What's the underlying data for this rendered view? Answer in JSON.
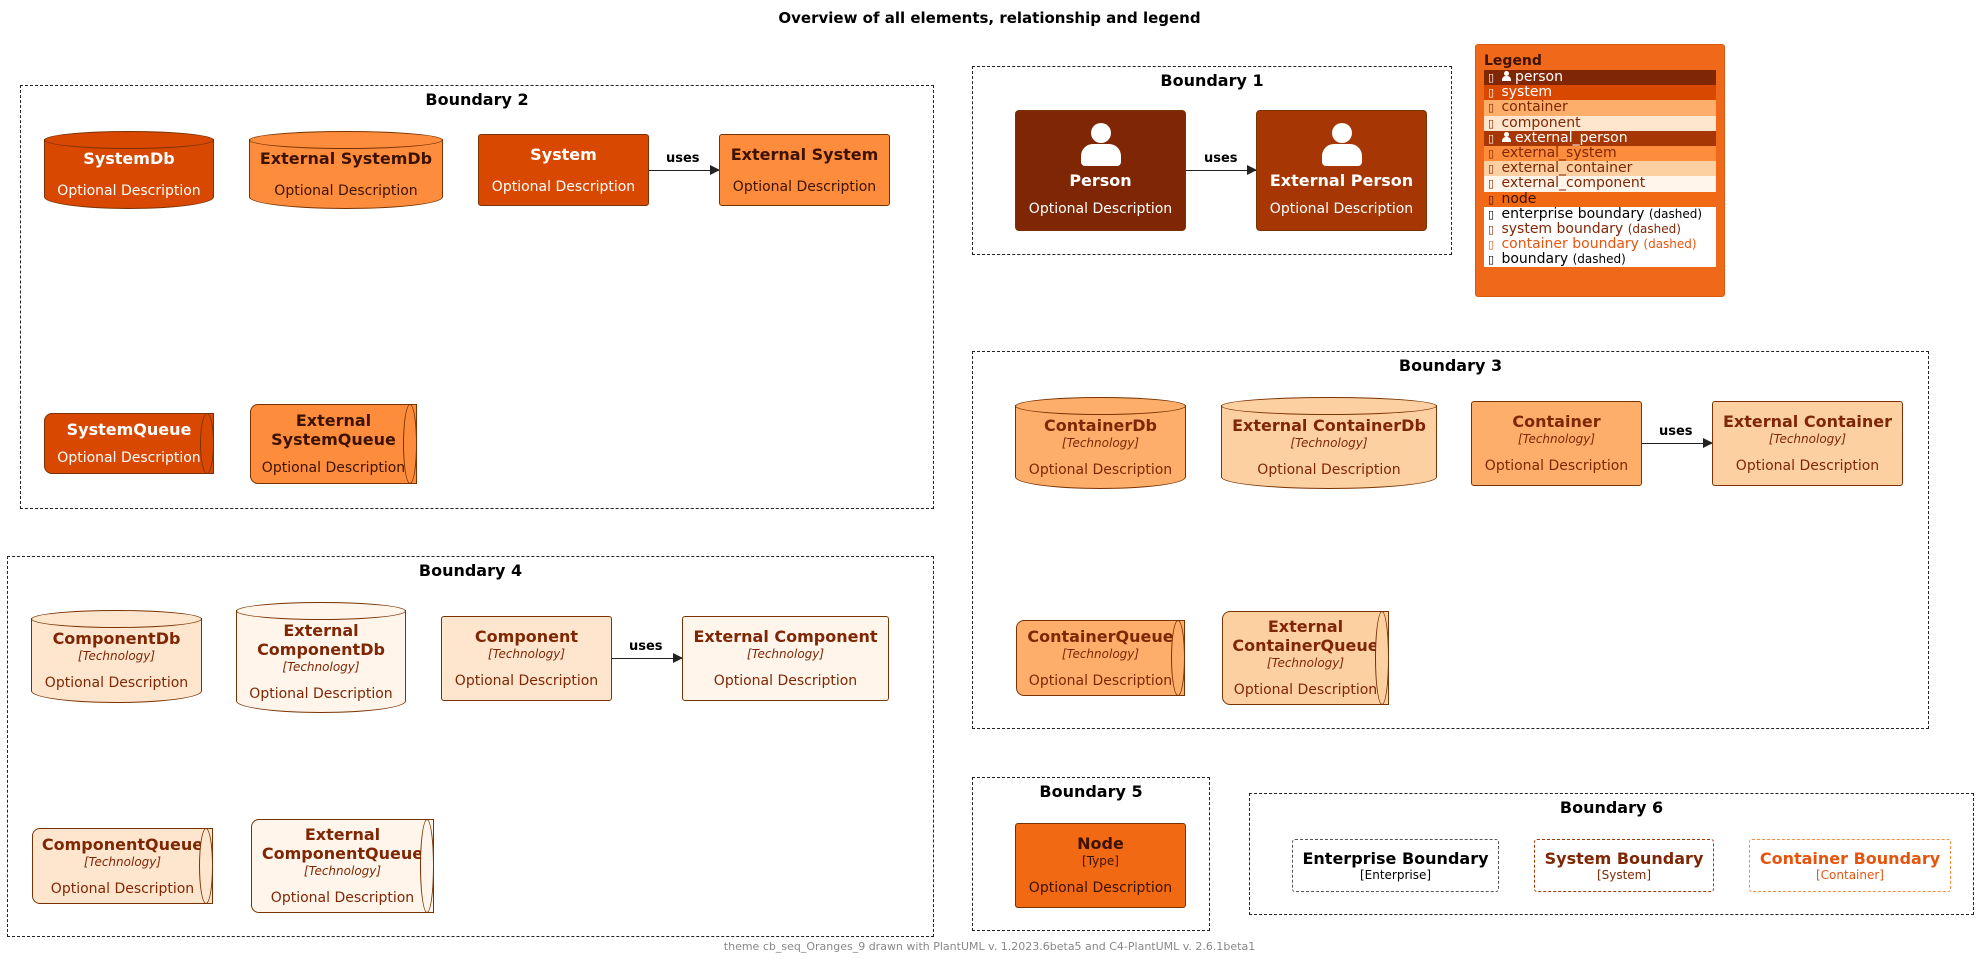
{
  "diagram_title": "Overview of all elements, relationship and legend",
  "footer": "theme cb_seq_Oranges_9 drawn with PlantUML v. 1.2023.6beta5 and C4-PlantUML v. 2.6.1beta1",
  "boundaries": {
    "b1": "Boundary 1",
    "b2": "Boundary 2",
    "b3": "Boundary 3",
    "b4": "Boundary 4",
    "b5": "Boundary 5",
    "b6": "Boundary 6"
  },
  "rel_label": "uses",
  "desc": "Optional Description",
  "tech": "[Technology]",
  "elements": {
    "person": "Person",
    "external_person": "External Person",
    "systemdb": "SystemDb",
    "external_systemdb": "External SystemDb",
    "system": "System",
    "external_system": "External System",
    "systemqueue": "SystemQueue",
    "external_systemqueue_l1": "External",
    "external_systemqueue_l2": "SystemQueue",
    "containerdb": "ContainerDb",
    "external_containerdb": "External ContainerDb",
    "container": "Container",
    "external_container": "External Container",
    "containerqueue": "ContainerQueue",
    "external_containerqueue_l1": "External",
    "external_containerqueue_l2": "ContainerQueue",
    "componentdb": "ComponentDb",
    "external_componentdb_l1": "External",
    "external_componentdb_l2": "ComponentDb",
    "component": "Component",
    "external_component": "External Component",
    "componentqueue": "ComponentQueue",
    "external_componentqueue_l1": "External",
    "external_componentqueue_l2": "ComponentQueue",
    "node": "Node",
    "node_type": "[Type]",
    "enterprise_boundary": "Enterprise Boundary",
    "enterprise_type": "[Enterprise]",
    "system_boundary": "System Boundary",
    "system_type": "[System]",
    "container_boundary": "Container Boundary",
    "container_type": "[Container]"
  },
  "legend": {
    "title": "Legend",
    "items": [
      {
        "label": "person",
        "bg": "#7f2704",
        "fg": "#ffffff"
      },
      {
        "label": "system",
        "bg": "#d94801",
        "fg": "#ffffff"
      },
      {
        "label": "container",
        "bg": "#fdae6b",
        "fg": "#7f2704"
      },
      {
        "label": "component",
        "bg": "#fee6ce",
        "fg": "#7f2704"
      },
      {
        "label": "external_person",
        "bg": "#a63603",
        "fg": "#ffffff"
      },
      {
        "label": "external_system",
        "bg": "#fd8d3c",
        "fg": "#7f2704"
      },
      {
        "label": "external_container",
        "bg": "#fdd0a2",
        "fg": "#7f2704"
      },
      {
        "label": "external_component",
        "bg": "#fff5eb",
        "fg": "#7f2704"
      },
      {
        "label": "node",
        "bg": "#f16913",
        "fg": "#3d1200"
      },
      {
        "label": "enterprise boundary",
        "suffix": "(dashed)",
        "bg": "#ffffff",
        "fg": "#000000"
      },
      {
        "label": "system boundary",
        "suffix": "(dashed)",
        "bg": "#ffffff",
        "fg": "#7f2704"
      },
      {
        "label": "container boundary",
        "suffix": "(dashed)",
        "bg": "#ffffff",
        "fg": "#e6550d"
      },
      {
        "label": "boundary",
        "suffix": "(dashed)",
        "bg": "#ffffff",
        "fg": "#000000"
      }
    ]
  },
  "colors": {
    "person": "#7f2704",
    "external_person": "#a63603",
    "system": "#d94801",
    "external_system": "#fd8d3c",
    "container": "#fdae6b",
    "external_container": "#fdd0a2",
    "component": "#fee6ce",
    "external_component": "#fff5eb",
    "node": "#f16913",
    "legend_bg": "#f16913"
  },
  "icons": {
    "legend_item": "small-square-icon",
    "person": "person-icon"
  }
}
